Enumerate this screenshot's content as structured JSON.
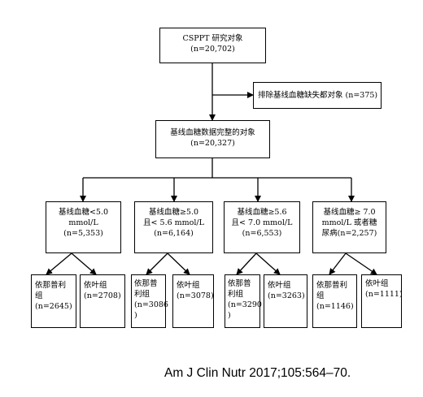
{
  "root": {
    "lines": [
      "CSPPT 研究对象",
      "(n=20,702)"
    ]
  },
  "excluded": {
    "lines": [
      "排除基线血糖缺失都对象 (n=375)"
    ]
  },
  "complete": {
    "lines": [
      "基线血糖数据完整的对象",
      "(n=20,327)"
    ]
  },
  "groups": [
    {
      "lines": [
        "基线血糖<5.0",
        "mmol/L",
        "(n=5,353)"
      ]
    },
    {
      "lines": [
        "基线血糖≥5.0",
        "且< 5.6 mmol/L",
        "(n=6,164)"
      ]
    },
    {
      "lines": [
        "基线血糖≥5.6",
        "且< 7.0 mmol/L",
        "(n=6,553)"
      ]
    },
    {
      "lines": [
        "基线血糖≥ 7.0",
        "mmol/L 或者糖",
        "尿病(n=2,257)"
      ]
    }
  ],
  "leaves": [
    {
      "lines": [
        "依那普利",
        "组",
        "(n=2645)"
      ]
    },
    {
      "lines": [
        "依叶组",
        "",
        "(n=2708)"
      ]
    },
    {
      "lines": [
        "依那普",
        "利组",
        "(n=3086",
        ")"
      ]
    },
    {
      "lines": [
        "依叶组",
        "",
        "(n=3078)"
      ]
    },
    {
      "lines": [
        "依那普",
        "利组",
        "(n=3290",
        ")"
      ]
    },
    {
      "lines": [
        "依叶组",
        "",
        "(n=3263)"
      ]
    },
    {
      "lines": [
        "依那普利",
        "组",
        "(n=1146)"
      ]
    },
    {
      "lines": [
        "依叶组",
        "(n=1111)"
      ]
    }
  ],
  "citation": "Am J Clin Nutr 2017;105:564–70."
}
